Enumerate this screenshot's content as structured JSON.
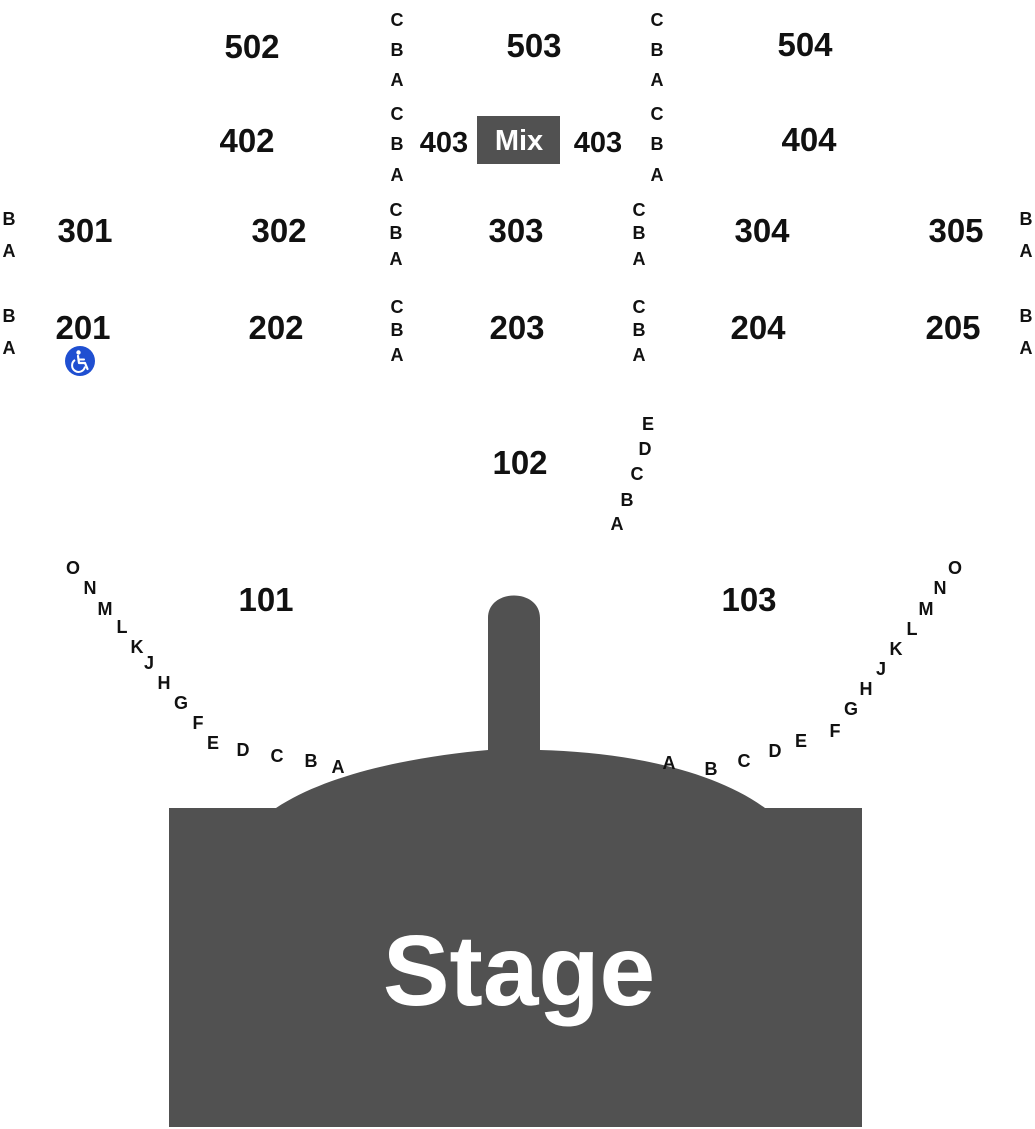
{
  "sections": [
    {
      "id": "502",
      "label": "502"
    },
    {
      "id": "503",
      "label": "503"
    },
    {
      "id": "504",
      "label": "504"
    },
    {
      "id": "402",
      "label": "402"
    },
    {
      "id": "403-left",
      "label": "403"
    },
    {
      "id": "403-right",
      "label": "403"
    },
    {
      "id": "404",
      "label": "404"
    },
    {
      "id": "301",
      "label": "301"
    },
    {
      "id": "302",
      "label": "302"
    },
    {
      "id": "303",
      "label": "303"
    },
    {
      "id": "304",
      "label": "304"
    },
    {
      "id": "305",
      "label": "305"
    },
    {
      "id": "201",
      "label": "201"
    },
    {
      "id": "202",
      "label": "202"
    },
    {
      "id": "203",
      "label": "203"
    },
    {
      "id": "204",
      "label": "204"
    },
    {
      "id": "205",
      "label": "205"
    },
    {
      "id": "102",
      "label": "102"
    },
    {
      "id": "101",
      "label": "101"
    },
    {
      "id": "103",
      "label": "103"
    }
  ],
  "row_groups": [
    {
      "id": "500-left-aisle",
      "rows": [
        "C",
        "B",
        "A"
      ]
    },
    {
      "id": "500-right-aisle",
      "rows": [
        "C",
        "B",
        "A"
      ]
    },
    {
      "id": "400-left-aisle",
      "rows": [
        "C",
        "B",
        "A"
      ]
    },
    {
      "id": "400-right-aisle",
      "rows": [
        "C",
        "B",
        "A"
      ]
    },
    {
      "id": "300-left-aisle",
      "rows": [
        "C",
        "B",
        "A"
      ]
    },
    {
      "id": "300-right-aisle",
      "rows": [
        "C",
        "B",
        "A"
      ]
    },
    {
      "id": "200-left-aisle",
      "rows": [
        "C",
        "B",
        "A"
      ]
    },
    {
      "id": "200-right-aisle",
      "rows": [
        "C",
        "B",
        "A"
      ]
    },
    {
      "id": "301-left-edge",
      "rows": [
        "B",
        "A"
      ]
    },
    {
      "id": "305-right-edge",
      "rows": [
        "B",
        "A"
      ]
    },
    {
      "id": "201-left-edge",
      "rows": [
        "B",
        "A"
      ]
    },
    {
      "id": "205-right-edge",
      "rows": [
        "B",
        "A"
      ]
    },
    {
      "id": "102-diagonal",
      "rows": [
        "E",
        "D",
        "C",
        "B",
        "A"
      ]
    },
    {
      "id": "101-arc",
      "rows": [
        "O",
        "N",
        "M",
        "L",
        "K",
        "J",
        "H",
        "G",
        "F",
        "E",
        "D",
        "C",
        "B",
        "A"
      ]
    },
    {
      "id": "103-arc",
      "rows": [
        "A",
        "B",
        "C",
        "D",
        "E",
        "F",
        "G",
        "H",
        "J",
        "K",
        "L",
        "M",
        "N",
        "O"
      ]
    }
  ],
  "mix": {
    "label": "Mix",
    "color": "#515151"
  },
  "stage": {
    "label": "Stage",
    "color": "#515151"
  },
  "accessibility": {
    "icon": "wheelchair-icon",
    "color": "#1f4fd1"
  }
}
